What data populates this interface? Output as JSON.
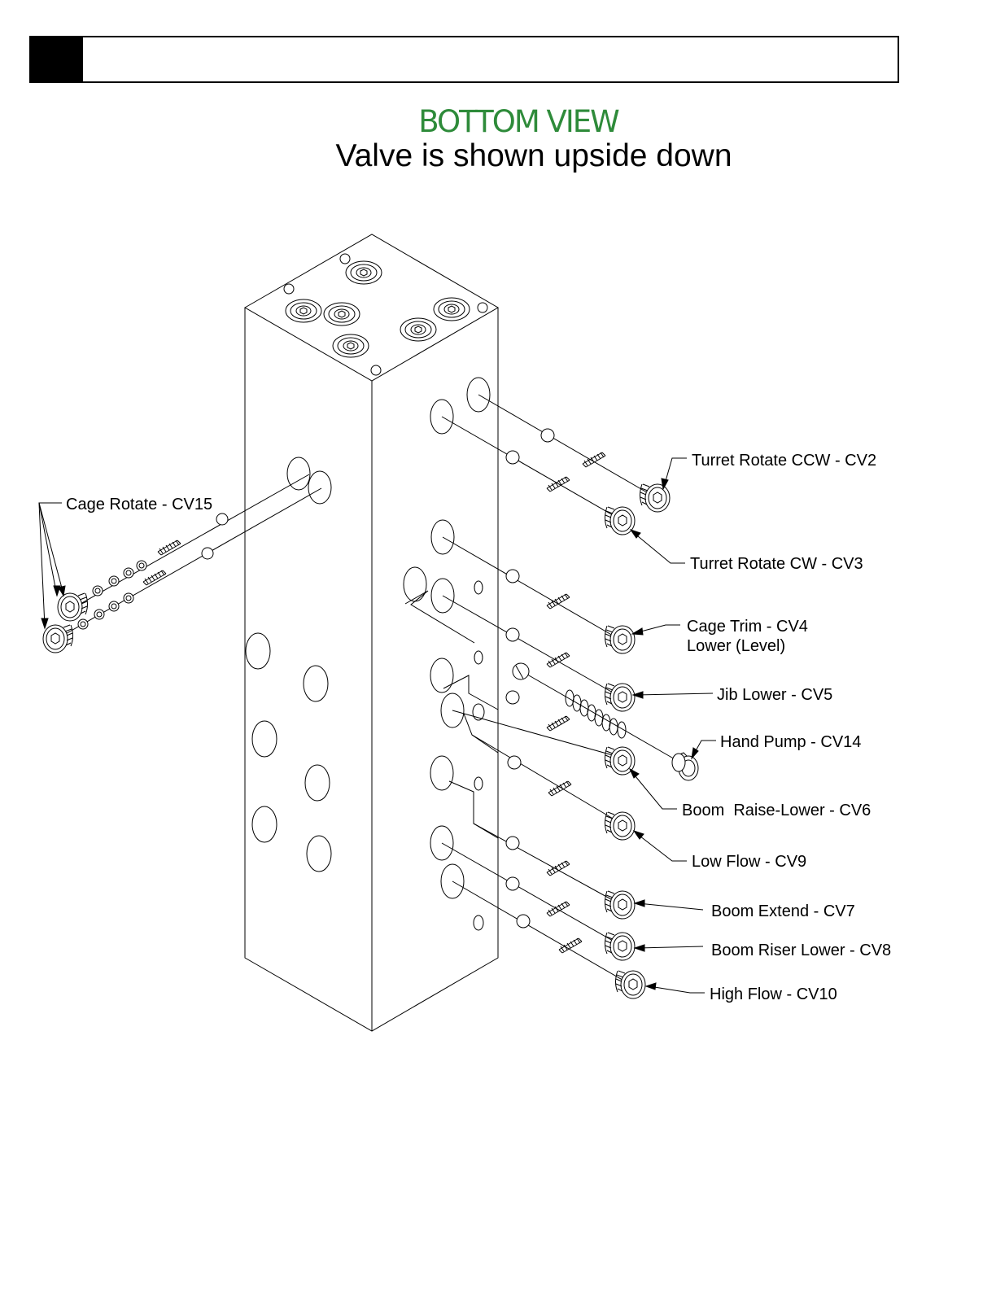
{
  "header": {
    "title": "BOTTOM VIEW",
    "subtitle": "Valve is shown upside down",
    "title_color": "#2e8b3a"
  },
  "labels": {
    "cv15": "Cage Rotate - CV15",
    "cv2": "Turret Rotate CCW - CV2",
    "cv3": "Turret Rotate CW - CV3",
    "cv4_line1": "Cage Trim - CV4",
    "cv4_line2": "Lower (Level)",
    "cv5": "Jib Lower - CV5",
    "cv14": "Hand Pump - CV14",
    "cv6": "Boom  Raise-Lower - CV6",
    "cv9": "Low Flow - CV9",
    "cv7": "Boom Extend - CV7",
    "cv8": "Boom Riser Lower - CV8",
    "cv10": "High Flow - CV10"
  }
}
